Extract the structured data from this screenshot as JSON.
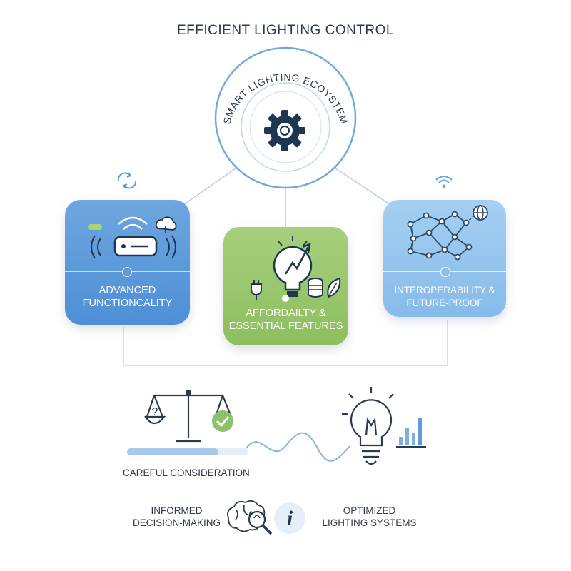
{
  "title": "EFFICIENT LIGHTING CONTROL",
  "hub": {
    "label": "SMART LIGHTING ECOYSTEM"
  },
  "cards": [
    {
      "line1": "ADVANCED",
      "line2": "FUNCTIONCALITY"
    },
    {
      "line1": "AFFORDAILTY &",
      "line2": "ESSENTIAL FEATURES"
    },
    {
      "line1": "INTEROPERABILITY &",
      "line2": "FUTURE-PROOF"
    }
  ],
  "bottom": {
    "consideration": "CAREFUL CONSIDERATION",
    "decision_line1": "INFORMED",
    "decision_line2": "DECISION-MAKING",
    "optimized_line1": "OPTIMIZED",
    "optimized_line2": "LIGHTING SYSTEMS",
    "info_glyph": "i",
    "question_glyph": "?"
  },
  "colors": {
    "accent_blue": "#4e8fd6",
    "accent_green": "#8dbe5f",
    "light_blue": "#86bbea",
    "navy": "#1f3651",
    "check_green": "#8cc16a"
  }
}
